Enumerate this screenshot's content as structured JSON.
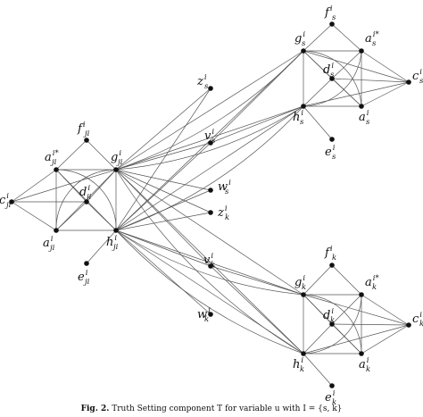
{
  "diagram": {
    "nodes": [
      {
        "id": "fs",
        "letter": "f",
        "sup": "i",
        "sub": "s"
      },
      {
        "id": "gs",
        "letter": "g",
        "sup": "i",
        "sub": "s"
      },
      {
        "id": "ass",
        "letter": "a",
        "sup": "i*",
        "sub": "s"
      },
      {
        "id": "ds",
        "letter": "d",
        "sup": "i",
        "sub": "s"
      },
      {
        "id": "cs",
        "letter": "c",
        "sup": "i",
        "sub": "s"
      },
      {
        "id": "as",
        "letter": "a",
        "sup": "i",
        "sub": "s"
      },
      {
        "id": "hs",
        "letter": "h",
        "sup": "i",
        "sub": "s"
      },
      {
        "id": "es",
        "letter": "e",
        "sup": "i",
        "sub": "s"
      },
      {
        "id": "zs",
        "letter": "z",
        "sup": "i",
        "sub": "s"
      },
      {
        "id": "vs",
        "letter": "v",
        "sup": "i",
        "sub": "s"
      },
      {
        "id": "ws",
        "letter": "w",
        "sup": "i",
        "sub": "s"
      },
      {
        "id": "zk",
        "letter": "z",
        "sup": "i",
        "sub": "k"
      },
      {
        "id": "vk",
        "letter": "v",
        "sup": "i",
        "sub": "k"
      },
      {
        "id": "wk",
        "letter": "w",
        "sup": "i",
        "sub": "k"
      },
      {
        "id": "fj",
        "letter": "f",
        "sup": "i",
        "sub": "ji"
      },
      {
        "id": "asj",
        "letter": "a",
        "sup": "i*",
        "sub": "ji"
      },
      {
        "id": "gj",
        "letter": "g",
        "sup": "i",
        "sub": "ji"
      },
      {
        "id": "cj",
        "letter": "c",
        "sup": "i",
        "sub": "ji"
      },
      {
        "id": "dj",
        "letter": "d",
        "sup": "i",
        "sub": "ji"
      },
      {
        "id": "aj",
        "letter": "a",
        "sup": "i",
        "sub": "ji"
      },
      {
        "id": "hj",
        "letter": "h",
        "sup": "i",
        "sub": "ji"
      },
      {
        "id": "ej",
        "letter": "e",
        "sup": "i",
        "sub": "ji"
      },
      {
        "id": "fk",
        "letter": "f",
        "sup": "i",
        "sub": "k"
      },
      {
        "id": "gk",
        "letter": "g",
        "sup": "i",
        "sub": "k"
      },
      {
        "id": "ask",
        "letter": "a",
        "sup": "i*",
        "sub": "k"
      },
      {
        "id": "dk",
        "letter": "d",
        "sup": "i",
        "sub": "k"
      },
      {
        "id": "ck",
        "letter": "c",
        "sup": "i",
        "sub": "k"
      },
      {
        "id": "hk",
        "letter": "h",
        "sup": "i",
        "sub": "k"
      },
      {
        "id": "ak",
        "letter": "a",
        "sup": "i",
        "sub": "k"
      },
      {
        "id": "ek",
        "letter": "e",
        "sup": "i",
        "sub": "k"
      }
    ],
    "edges": [
      [
        "fs",
        "gs"
      ],
      [
        "fs",
        "ass"
      ],
      [
        "gs",
        "ass"
      ],
      [
        "gs",
        "ds"
      ],
      [
        "gs",
        "hs"
      ],
      [
        "gs",
        "as"
      ],
      [
        "gs",
        "cs"
      ],
      [
        "ass",
        "ds"
      ],
      [
        "ass",
        "as"
      ],
      [
        "ass",
        "cs"
      ],
      [
        "ds",
        "as"
      ],
      [
        "ds",
        "hs"
      ],
      [
        "ds",
        "cs"
      ],
      [
        "as",
        "cs"
      ],
      [
        "hs",
        "as"
      ],
      [
        "hs",
        "es"
      ],
      [
        "hs",
        "cs"
      ],
      [
        "fj",
        "asj"
      ],
      [
        "fj",
        "gj"
      ],
      [
        "asj",
        "gj"
      ],
      [
        "asj",
        "cj"
      ],
      [
        "asj",
        "dj"
      ],
      [
        "asj",
        "aj"
      ],
      [
        "asj",
        "hj"
      ],
      [
        "gj",
        "dj"
      ],
      [
        "gj",
        "aj"
      ],
      [
        "gj",
        "cj"
      ],
      [
        "gj",
        "hj"
      ],
      [
        "cj",
        "dj"
      ],
      [
        "cj",
        "aj"
      ],
      [
        "dj",
        "aj"
      ],
      [
        "dj",
        "hj"
      ],
      [
        "aj",
        "hj"
      ],
      [
        "hj",
        "ej"
      ],
      [
        "fk",
        "gk"
      ],
      [
        "fk",
        "ask"
      ],
      [
        "gk",
        "ask"
      ],
      [
        "gk",
        "dk"
      ],
      [
        "gk",
        "hk"
      ],
      [
        "gk",
        "ak"
      ],
      [
        "gk",
        "ck"
      ],
      [
        "ask",
        "dk"
      ],
      [
        "ask",
        "ak"
      ],
      [
        "ask",
        "ck"
      ],
      [
        "dk",
        "ak"
      ],
      [
        "dk",
        "hk"
      ],
      [
        "dk",
        "ck"
      ],
      [
        "ak",
        "ck"
      ],
      [
        "hk",
        "ak"
      ],
      [
        "hk",
        "ek"
      ],
      [
        "hk",
        "ck"
      ],
      [
        "gj",
        "zs"
      ],
      [
        "gj",
        "vs"
      ],
      [
        "gj",
        "gs"
      ],
      [
        "gj",
        "hs"
      ],
      [
        "gj",
        "ws"
      ],
      [
        "gj",
        "zk"
      ],
      [
        "gj",
        "vk"
      ],
      [
        "gj",
        "gk"
      ],
      [
        "gj",
        "hk"
      ],
      [
        "hj",
        "zs"
      ],
      [
        "hj",
        "vs"
      ],
      [
        "hj",
        "gs"
      ],
      [
        "hj",
        "hs"
      ],
      [
        "hj",
        "ws"
      ],
      [
        "hj",
        "zk"
      ],
      [
        "hj",
        "vk"
      ],
      [
        "hj",
        "gk"
      ],
      [
        "hj",
        "hk"
      ],
      [
        "hj",
        "wk"
      ],
      [
        "vs",
        "gs"
      ],
      [
        "vs",
        "hs"
      ],
      [
        "vk",
        "gk"
      ],
      [
        "vk",
        "hk"
      ]
    ],
    "arcs": [
      [
        "gj",
        "hs"
      ],
      [
        "gj",
        "gs"
      ],
      [
        "hj",
        "hs"
      ],
      [
        "gj",
        "hk"
      ],
      [
        "hj",
        "gk"
      ],
      [
        "hj",
        "hk"
      ]
    ]
  },
  "caption": {
    "label": "Fig. 2.",
    "text": " Truth Setting component T",
    "rest": " for variable u",
    "tail": " with Ī = {s, k}"
  }
}
